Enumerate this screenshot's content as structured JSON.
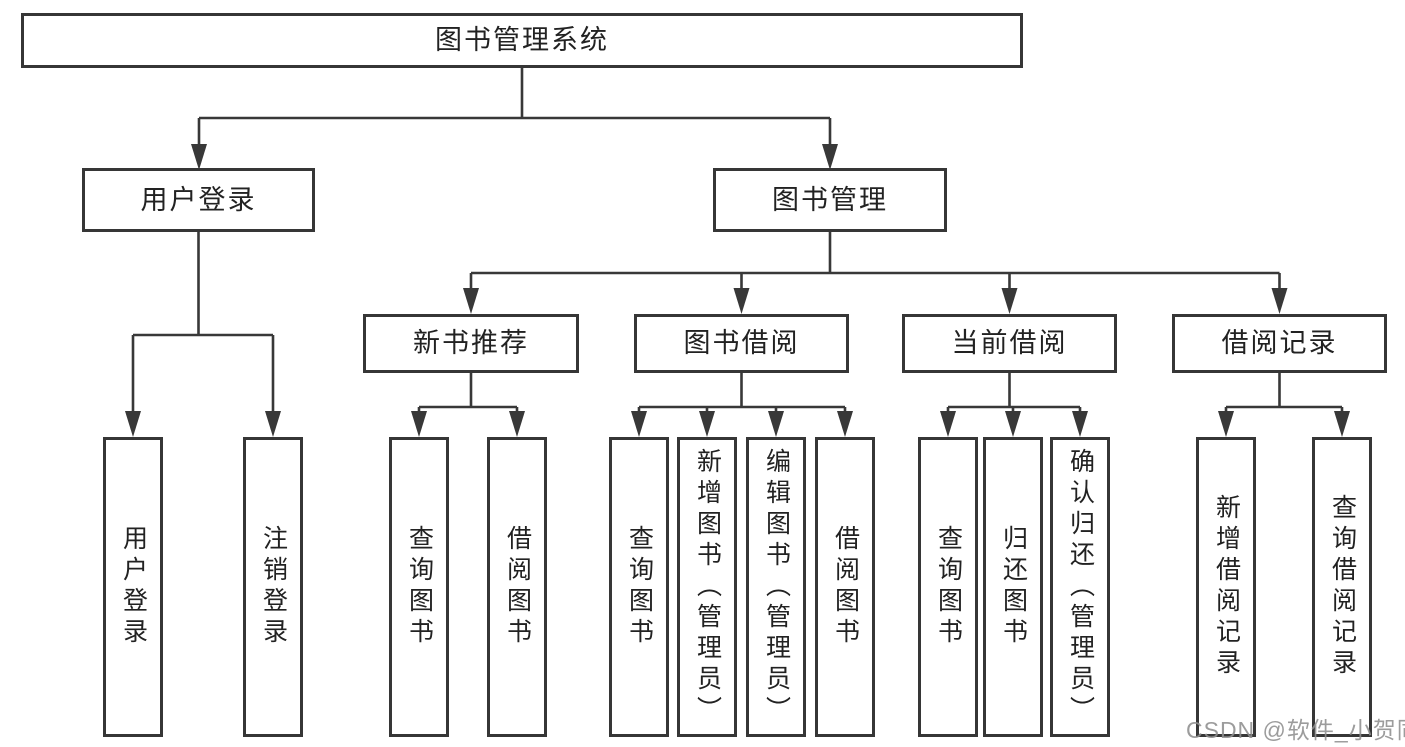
{
  "diagram": {
    "title": "图书管理系统",
    "root": {
      "label": "图书管理系统"
    },
    "level2": [
      {
        "label": "用户登录"
      },
      {
        "label": "图书管理"
      }
    ],
    "level3": [
      {
        "label": "新书推荐"
      },
      {
        "label": "图书借阅"
      },
      {
        "label": "当前借阅"
      },
      {
        "label": "借阅记录"
      }
    ],
    "leaves": [
      {
        "label": "用户登录",
        "parent": "用户登录"
      },
      {
        "label": "注销登录",
        "parent": "用户登录"
      },
      {
        "label": "查询图书",
        "parent": "新书推荐"
      },
      {
        "label": "借阅图书",
        "parent": "新书推荐"
      },
      {
        "label": "查询图书",
        "parent": "图书借阅"
      },
      {
        "label": "新增图书（管理员）",
        "parent": "图书借阅"
      },
      {
        "label": "编辑图书（管理员）",
        "parent": "图书借阅"
      },
      {
        "label": "借阅图书",
        "parent": "图书借阅"
      },
      {
        "label": "查询图书",
        "parent": "当前借阅"
      },
      {
        "label": "归还图书",
        "parent": "当前借阅"
      },
      {
        "label": "确认归还（管理员）",
        "parent": "当前借阅"
      },
      {
        "label": "新增借阅记录",
        "parent": "借阅记录"
      },
      {
        "label": "查询借阅记录",
        "parent": "借阅记录"
      }
    ],
    "watermark": "CSDN @软件_小贺同学",
    "colors": {
      "line": "#383838",
      "border": "#363636",
      "text": "#222222",
      "background": "#ffffff",
      "watermark": "#8f8f8f"
    }
  }
}
